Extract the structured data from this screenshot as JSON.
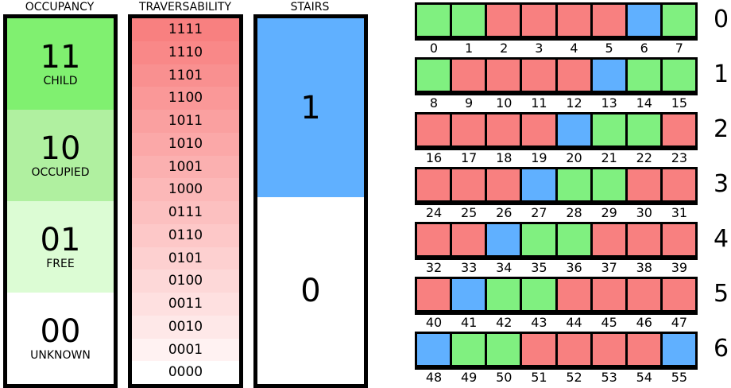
{
  "colors": {
    "green": "#80f080",
    "red": "#f88080",
    "blue": "#60b0ff"
  },
  "occupancy": {
    "title": "OCCUPANCY",
    "cells": [
      {
        "code": "11",
        "label": "CHILD",
        "color": "#80f070"
      },
      {
        "code": "10",
        "label": "OCCUPIED",
        "color": "#b0f0a0"
      },
      {
        "code": "01",
        "label": "FREE",
        "color": "#dcfcd4"
      },
      {
        "code": "00",
        "label": "UNKNOWN",
        "color": "#ffffff"
      }
    ]
  },
  "traversability": {
    "title": "TRAVERSABILITY",
    "rows": [
      {
        "code": "1111",
        "color": "#f88080"
      },
      {
        "code": "1110",
        "color": "#f98888"
      },
      {
        "code": "1101",
        "color": "#f99090"
      },
      {
        "code": "1100",
        "color": "#fa9898"
      },
      {
        "code": "1011",
        "color": "#faa0a0"
      },
      {
        "code": "1010",
        "color": "#fba8a8"
      },
      {
        "code": "1001",
        "color": "#fbb0b0"
      },
      {
        "code": "1000",
        "color": "#fcb8b8"
      },
      {
        "code": "0111",
        "color": "#fcc0c0"
      },
      {
        "code": "0110",
        "color": "#fdc8c8"
      },
      {
        "code": "0101",
        "color": "#fdd0d0"
      },
      {
        "code": "0100",
        "color": "#fdd8d8"
      },
      {
        "code": "0011",
        "color": "#fee0e0"
      },
      {
        "code": "0010",
        "color": "#fee8e8"
      },
      {
        "code": "0001",
        "color": "#fff2f2"
      },
      {
        "code": "0000",
        "color": "#ffffff"
      }
    ]
  },
  "stairs": {
    "title": "STAIRS",
    "cells": [
      {
        "code": "1",
        "color": "#60b0ff"
      },
      {
        "code": "0",
        "color": "#ffffff"
      }
    ]
  },
  "grid": {
    "rows": [
      {
        "label": "0",
        "cells": [
          "green",
          "green",
          "red",
          "red",
          "red",
          "red",
          "blue",
          "green"
        ],
        "indices": [
          "0",
          "1",
          "2",
          "3",
          "4",
          "5",
          "6",
          "7"
        ]
      },
      {
        "label": "1",
        "cells": [
          "green",
          "red",
          "red",
          "red",
          "red",
          "blue",
          "green",
          "green"
        ],
        "indices": [
          "8",
          "9",
          "10",
          "11",
          "12",
          "13",
          "14",
          "15"
        ]
      },
      {
        "label": "2",
        "cells": [
          "red",
          "red",
          "red",
          "red",
          "blue",
          "green",
          "green",
          "red"
        ],
        "indices": [
          "16",
          "17",
          "18",
          "19",
          "20",
          "21",
          "22",
          "23"
        ]
      },
      {
        "label": "3",
        "cells": [
          "red",
          "red",
          "red",
          "blue",
          "green",
          "green",
          "red",
          "red"
        ],
        "indices": [
          "24",
          "25",
          "26",
          "27",
          "28",
          "29",
          "30",
          "31"
        ]
      },
      {
        "label": "4",
        "cells": [
          "red",
          "red",
          "blue",
          "green",
          "green",
          "red",
          "red",
          "red"
        ],
        "indices": [
          "32",
          "33",
          "34",
          "35",
          "36",
          "37",
          "38",
          "39"
        ]
      },
      {
        "label": "5",
        "cells": [
          "red",
          "blue",
          "green",
          "green",
          "red",
          "red",
          "red",
          "red"
        ],
        "indices": [
          "40",
          "41",
          "42",
          "43",
          "44",
          "45",
          "46",
          "47"
        ]
      },
      {
        "label": "6",
        "cells": [
          "blue",
          "green",
          "green",
          "red",
          "red",
          "red",
          "red",
          "blue"
        ],
        "indices": [
          "48",
          "49",
          "50",
          "51",
          "52",
          "53",
          "54",
          "55"
        ]
      }
    ]
  }
}
